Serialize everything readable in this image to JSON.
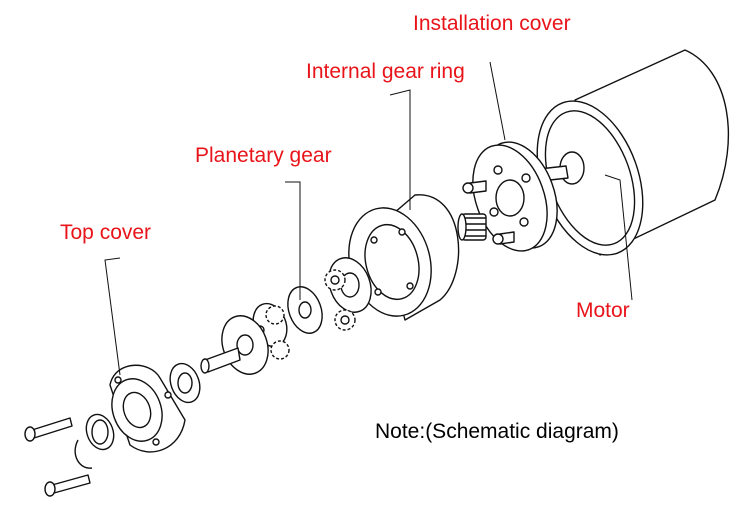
{
  "labels": {
    "installation_cover": "Installation cover",
    "internal_gear_ring": "Internal gear ring",
    "planetary_gear": "Planetary gear",
    "top_cover": "Top cover",
    "motor": "Motor"
  },
  "note": "Note:(Schematic diagram)",
  "colors": {
    "label": "#e8141a",
    "line": "#111111",
    "fill": "#ffffff"
  }
}
